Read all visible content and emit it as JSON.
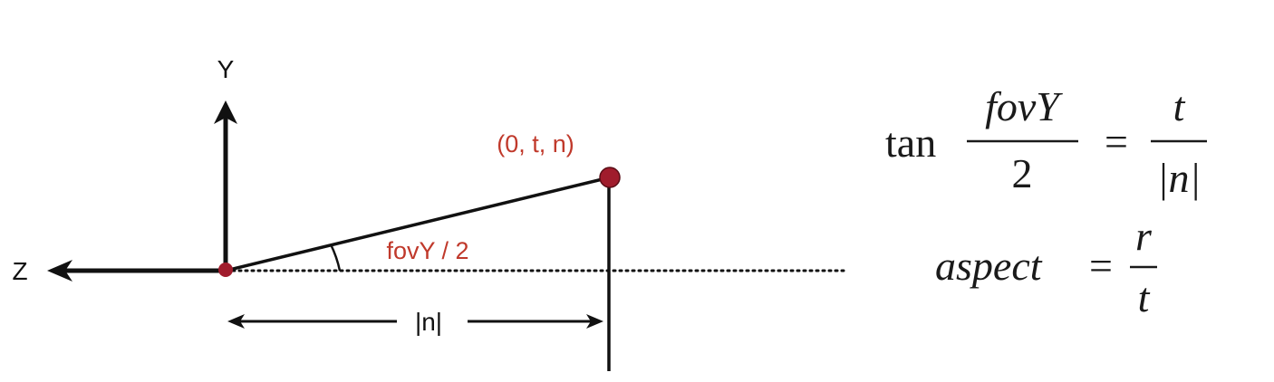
{
  "diagram": {
    "axis_y_label": "Y",
    "axis_z_label": "Z",
    "point_label": "(0, t, n)",
    "angle_label": "fovY / 2",
    "distance_label": "|n|"
  },
  "formulas": {
    "tan_func": "tan",
    "tan_numerator": "fovY",
    "tan_denominator": "2",
    "equals": "=",
    "rhs_numerator": "t",
    "rhs_denominator": "|n|",
    "aspect_lhs": "aspect",
    "aspect_numerator": "r",
    "aspect_denominator": "t"
  },
  "colors": {
    "accent_red": "#c0392b",
    "point_fill": "#a01c2c",
    "ink": "#111111"
  }
}
